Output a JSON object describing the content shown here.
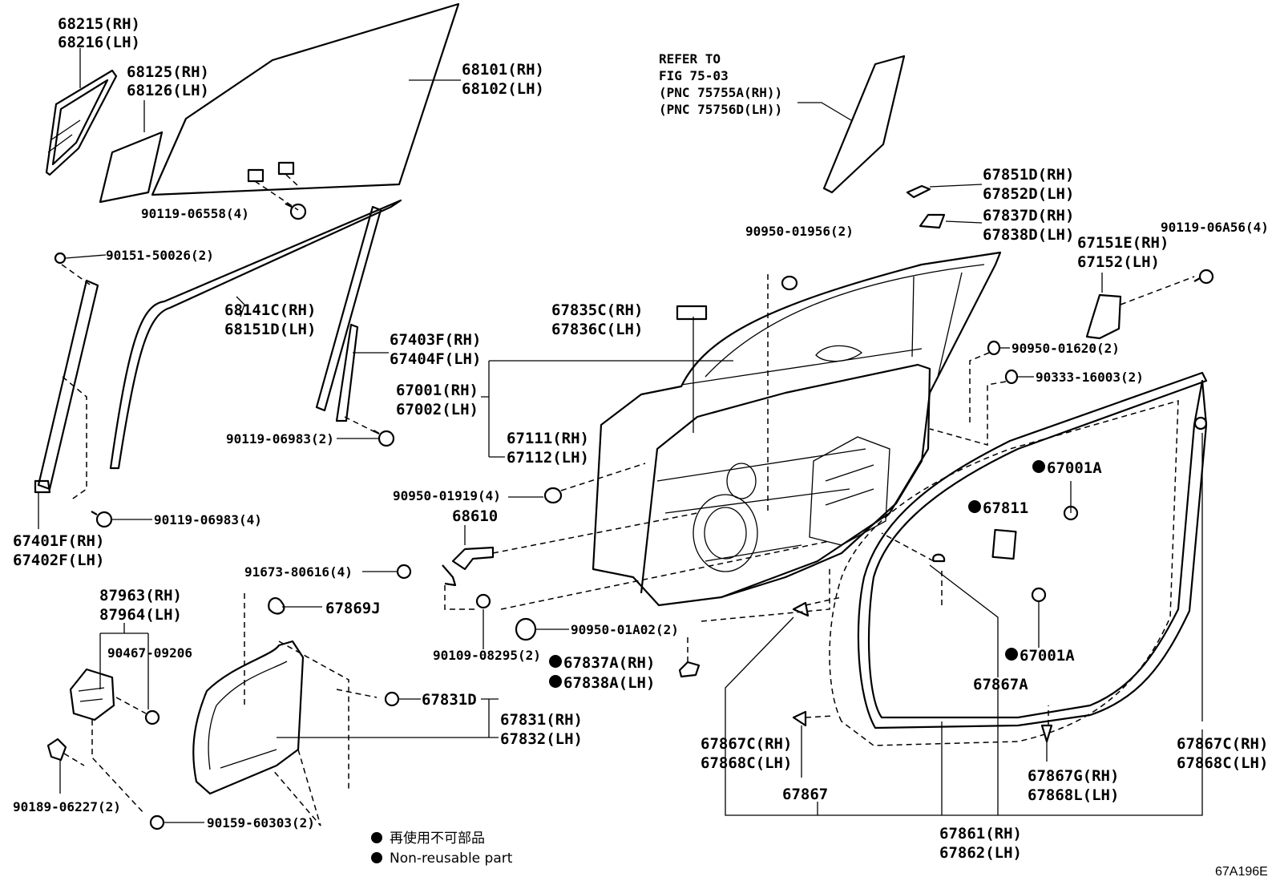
{
  "labels": {
    "l68215": "68215(RH)",
    "l68216": "68216(LH)",
    "l68125": "68125(RH)",
    "l68126": "68126(LH)",
    "l68101": "68101(RH)",
    "l68102": "68102(LH)",
    "l90119_06558": "90119-06558(4)",
    "refer1": "REFER TO",
    "refer2": "FIG 75-03",
    "refer3": "(PNC 75755A(RH))",
    "refer4": "(PNC 75756D(LH))",
    "l67851D": "67851D(RH)",
    "l67852D": "67852D(LH)",
    "l67837D": "67837D(RH)",
    "l67838D": "67838D(LH)",
    "l90950_01956": "90950-01956(2)",
    "l90119_06A56": "90119-06A56(4)",
    "l67151E": "67151E(RH)",
    "l67152": "67152(LH)",
    "l90151_50026": "90151-50026(2)",
    "l68141C": "68141C(RH)",
    "l68151D": "68151D(LH)",
    "l67835C": "67835C(RH)",
    "l67836C": "67836C(LH)",
    "l67403F": "67403F(RH)",
    "l67404F": "67404F(LH)",
    "l67001": "67001(RH)",
    "l67002": "67002(LH)",
    "l90950_01620": "90950-01620(2)",
    "l90333_16003": "90333-16003(2)",
    "l90119_06983_2": "90119-06983(2)",
    "l67111": "67111(RH)",
    "l67112": "67112(LH)",
    "l67001A_top": "67001A",
    "l90950_01919": "90950-01919(4)",
    "l68610": "68610",
    "l67811": "67811",
    "l90119_06983_4": "90119-06983(4)",
    "l67401F": "67401F(RH)",
    "l67402F": "67402F(LH)",
    "l91673": "91673-80616(4)",
    "l87963": "87963(RH)",
    "l87964": "87964(LH)",
    "l67869J": "67869J",
    "l90467": "90467-09206",
    "l90950_01A02": "90950-01A02(2)",
    "l90109": "90109-08295(2)",
    "l67837A": "67837A(RH)",
    "l67838A": "67838A(LH)",
    "l67001A_bot": "67001A",
    "l67867A": "67867A",
    "l67831D": "67831D",
    "l67831": "67831(RH)",
    "l67832": "67832(LH)",
    "l67867C_l": "67867C(RH)",
    "l67868C_l": "67868C(LH)",
    "l67867C_r": "67867C(RH)",
    "l67868C_r": "67868C(LH)",
    "l67867G": "67867G(RH)",
    "l67868L": "67868L(LH)",
    "l67867": "67867",
    "l90189": "90189-06227(2)",
    "l90159": "90159-60303(2)",
    "l67861": "67861(RH)",
    "l67862": "67862(LH)"
  },
  "legend": {
    "jp": "再使用不可部品",
    "en": "Non-reusable part"
  },
  "illustration_code": "67A196E"
}
